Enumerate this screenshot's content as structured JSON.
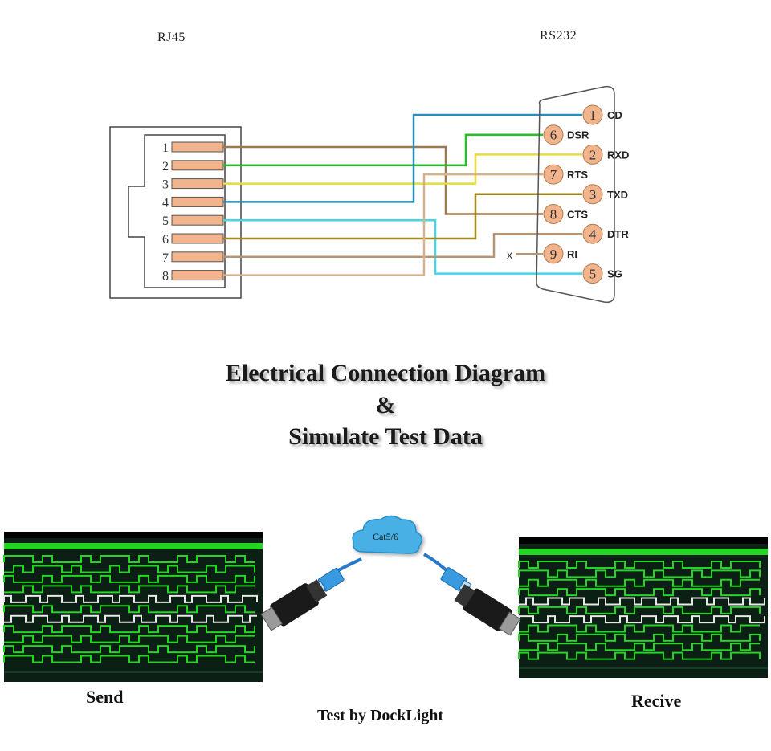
{
  "rj45": {
    "label": "RJ45",
    "pins": [
      "1",
      "2",
      "3",
      "4",
      "5",
      "6",
      "7",
      "8"
    ]
  },
  "rs232": {
    "label": "RS232",
    "pins": [
      {
        "num": "1",
        "name": "CD"
      },
      {
        "num": "6",
        "name": "DSR"
      },
      {
        "num": "2",
        "name": "RXD"
      },
      {
        "num": "7",
        "name": "RTS"
      },
      {
        "num": "3",
        "name": "TXD"
      },
      {
        "num": "8",
        "name": "CTS"
      },
      {
        "num": "4",
        "name": "DTR"
      },
      {
        "num": "9",
        "name": "RI"
      },
      {
        "num": "5",
        "name": "SG"
      }
    ],
    "unconnected_mark": "x"
  },
  "wires": [
    {
      "rj45": "1",
      "rs232": "8",
      "color": "#a07850"
    },
    {
      "rj45": "2",
      "rs232": "6",
      "color": "#22c322"
    },
    {
      "rj45": "3",
      "rs232": "2",
      "color": "#e8dc3a"
    },
    {
      "rj45": "4",
      "rs232": "1",
      "color": "#2a8fb8"
    },
    {
      "rj45": "5",
      "rs232": "5",
      "color": "#44d6e6"
    },
    {
      "rj45": "6",
      "rs232": "3",
      "color": "#a08a20"
    },
    {
      "rj45": "7",
      "rs232": "4",
      "color": "#b89570"
    },
    {
      "rj45": "8",
      "rs232": "7",
      "color": "#d2b48c"
    }
  ],
  "title": {
    "line1": "Electrical Connection Diagram",
    "line2": "&",
    "line3": "Simulate Test Data"
  },
  "test": {
    "send_label": "Send",
    "receive_label": "Recive",
    "footer": "Test by DockLight",
    "cloud_label": "Cat5/6",
    "scope_color": "#22d622"
  }
}
